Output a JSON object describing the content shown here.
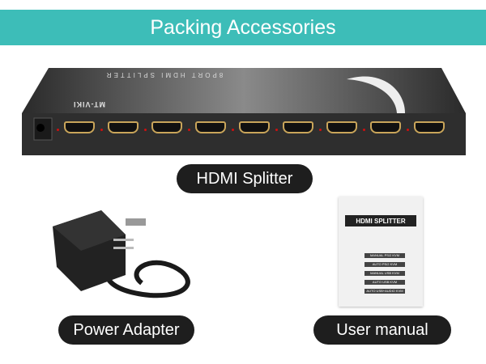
{
  "banner": {
    "title": "Packing Accessories",
    "color": "#3dbdb8"
  },
  "splitter": {
    "label": "HDMI Splitter",
    "top_text": "8PORT HDMI SPLITTER",
    "brand": "MT-VIKI",
    "ports": 9
  },
  "adapter": {
    "label": "Power Adapter"
  },
  "manual": {
    "label": "User manual",
    "title": "HDMI SPLITTER",
    "items": [
      "MANUAL PS/2 KVM",
      "AUTO PS/2 KVM",
      "MANUAL USB KVM",
      "AUTO USB KVM",
      "AUTO USB+AUDIO KVM"
    ]
  }
}
